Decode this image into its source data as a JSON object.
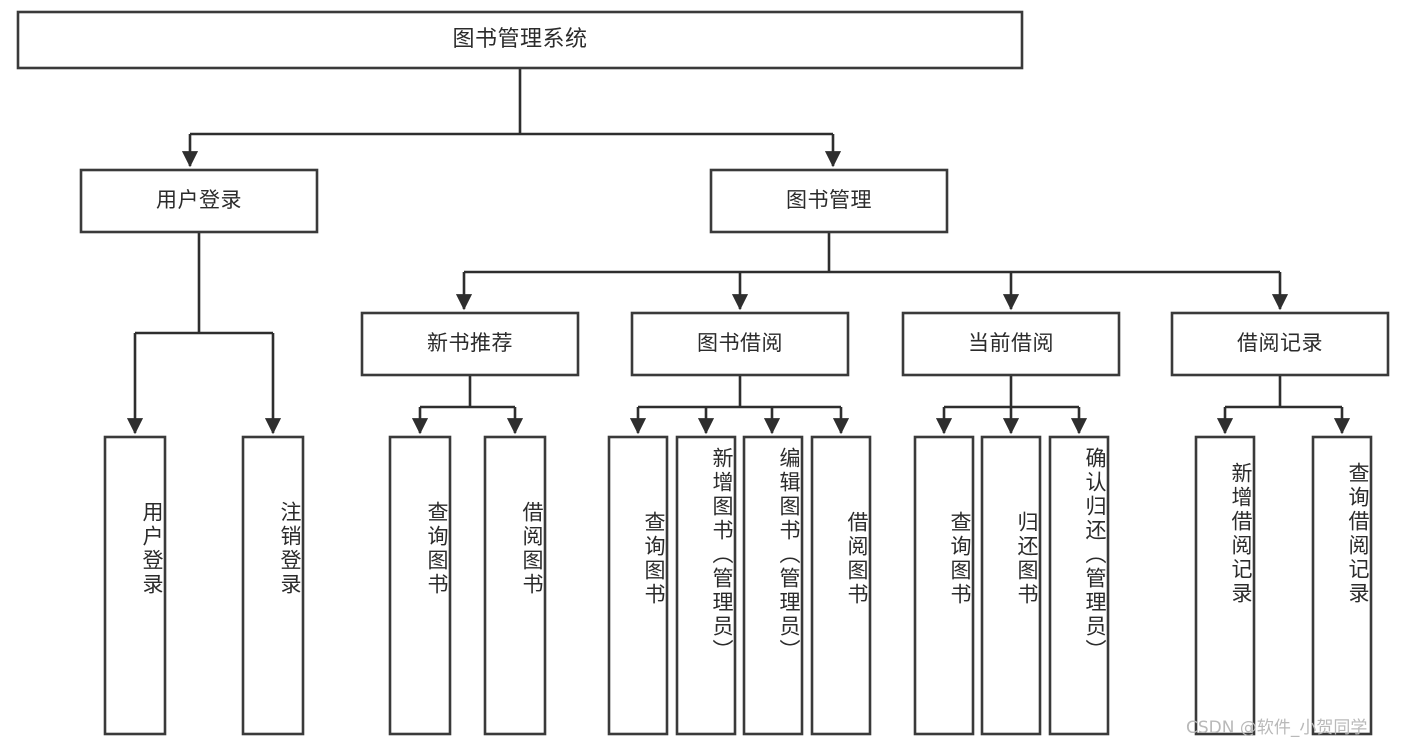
{
  "diagram": {
    "title": "图书管理系统",
    "type": "tree-hierarchy-diagram",
    "colors": {
      "box_stroke": "#3a3a3a",
      "box_fill": "#ffffff",
      "edge": "#2e2e2e",
      "text": "#2b2b2b",
      "watermark": "#b9b9b9"
    },
    "root": {
      "label": "图书管理系统",
      "id": "root-system"
    },
    "level2": [
      {
        "id": "user-login",
        "label": "用户登录"
      },
      {
        "id": "book-management",
        "label": "图书管理"
      }
    ],
    "level3": [
      {
        "id": "new-book-recommend",
        "label": "新书推荐",
        "parent": "book-management"
      },
      {
        "id": "book-borrow",
        "label": "图书借阅",
        "parent": "book-management"
      },
      {
        "id": "current-borrow",
        "label": "当前借阅",
        "parent": "book-management"
      },
      {
        "id": "borrow-record",
        "label": "借阅记录",
        "parent": "book-management"
      }
    ],
    "leaves": {
      "user-login": [
        {
          "id": "leaf-user-login",
          "label": "用户登录"
        },
        {
          "id": "leaf-logout-login",
          "label": "注销登录"
        }
      ],
      "new-book-recommend": [
        {
          "id": "leaf-query-book-1",
          "label": "查询图书"
        },
        {
          "id": "leaf-borrow-book-1",
          "label": "借阅图书"
        }
      ],
      "book-borrow": [
        {
          "id": "leaf-query-book-2",
          "label": "查询图书"
        },
        {
          "id": "leaf-add-book",
          "label": "新增图书（管理员）"
        },
        {
          "id": "leaf-edit-book",
          "label": "编辑图书（管理员）"
        },
        {
          "id": "leaf-borrow-book-2",
          "label": "借阅图书"
        }
      ],
      "current-borrow": [
        {
          "id": "leaf-query-book-3",
          "label": "查询图书"
        },
        {
          "id": "leaf-return-book",
          "label": "归还图书"
        },
        {
          "id": "leaf-confirm-return",
          "label": "确认归还（管理员）"
        }
      ],
      "borrow-record": [
        {
          "id": "leaf-add-record",
          "label": "新增借阅记录"
        },
        {
          "id": "leaf-query-record",
          "label": "查询借阅记录"
        }
      ]
    },
    "watermark": "CSDN @软件_小贺同学"
  }
}
